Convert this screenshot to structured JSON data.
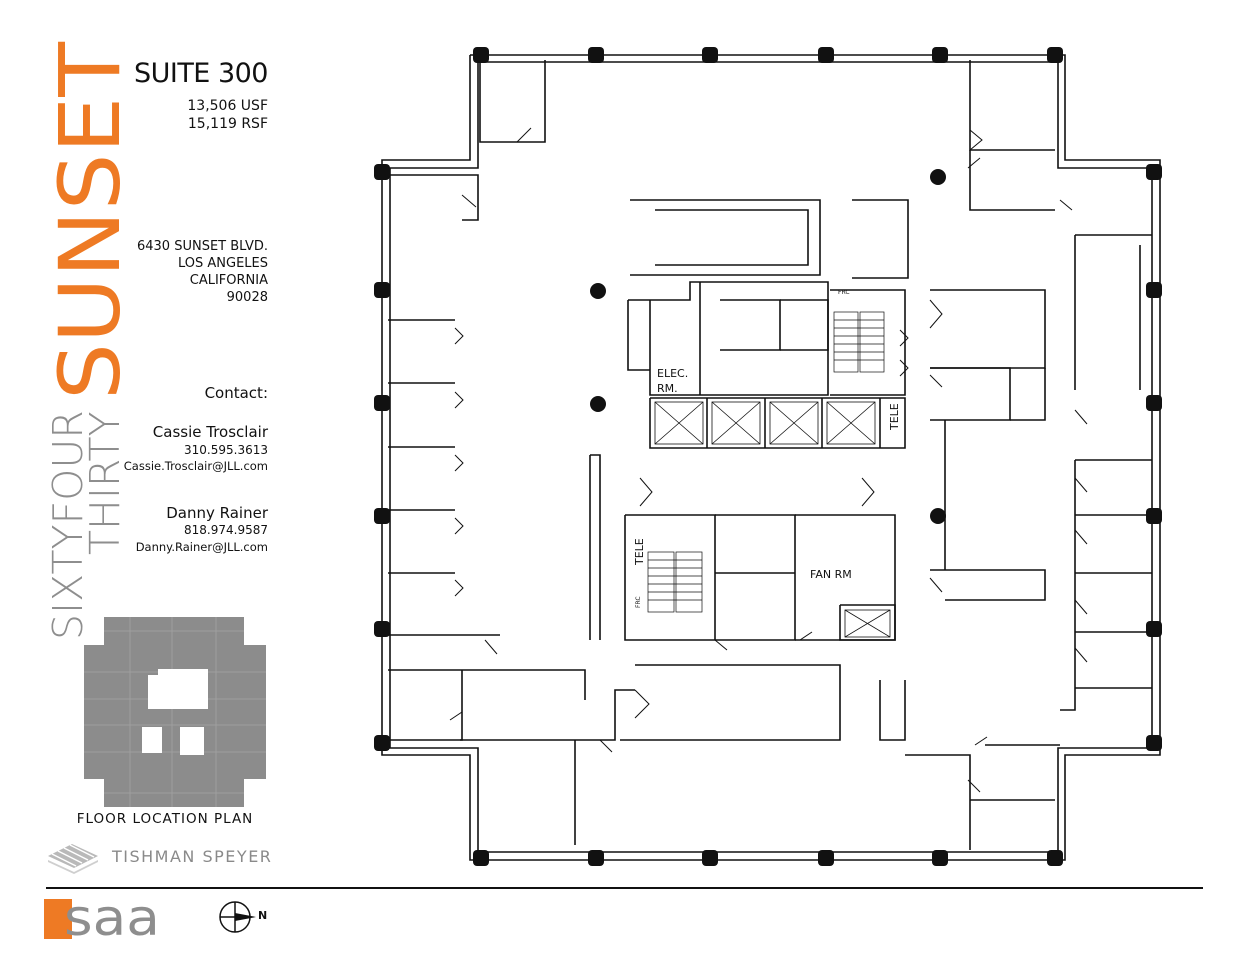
{
  "logo": {
    "word1": "SIXTYFOUR",
    "word2": "THIRTY",
    "word3": "SUNSET",
    "accent_color": "#ee7a24",
    "gray_color": "#8e8e8e"
  },
  "suite": {
    "title": "SUITE 300",
    "usf": "13,506 USF",
    "rsf": "15,119 RSF"
  },
  "address": {
    "line1": "6430 SUNSET BLVD.",
    "line2": "LOS ANGELES",
    "line3": "CALIFORNIA",
    "line4": "90028"
  },
  "contact": {
    "heading": "Contact:",
    "people": [
      {
        "name": "Cassie Trosclair",
        "phone": "310.595.3613",
        "email": "Cassie.Trosclair@JLL.com"
      },
      {
        "name": "Danny Rainer",
        "phone": "818.974.9587",
        "email": "Danny.Rainer@JLL.com"
      }
    ]
  },
  "floor_location_plan": {
    "label": "FLOOR LOCATION PLAN"
  },
  "owner": {
    "part1": "TISHMAN",
    "part2": "SPEYER"
  },
  "architect": {
    "mark": "saa",
    "accent_color": "#ee7a24"
  },
  "north_arrow": {
    "label": "N"
  },
  "rooms": {
    "elec": "ELEC.",
    "rm": "RM.",
    "tele_top": "TELE",
    "tele_left": "TELE",
    "fan_rm": "FAN RM",
    "frc1": "FRC",
    "frc2": "FRC"
  }
}
